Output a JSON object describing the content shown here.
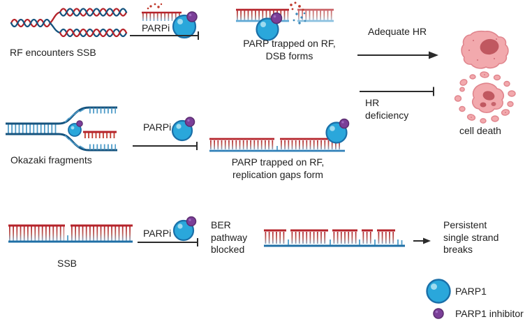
{
  "colors": {
    "strand_red": "#b5232a",
    "strand_dark_blue": "#15537e",
    "strand_mid_blue": "#2f7fb8",
    "teeth_blue": "#4d9bc8",
    "parp1_fill": "#2aa7db",
    "parp1_stroke": "#1a6fa8",
    "inhibitor_fill": "#7b3f98",
    "inhibitor_stroke": "#5b2c6f",
    "cell_fill": "#f2a9ad",
    "cell_stroke": "#e0858d",
    "nucleus": "#c05860",
    "arrow": "#2b2b2b",
    "text": "#212121"
  },
  "row1": {
    "source_label": "RF encounters SSB",
    "parpi_label": "PARPi",
    "result_label": "PARP trapped on RF,\nDSB forms",
    "adequate_hr_label": "Adequate HR",
    "hr_deficiency_label": "HR\ndeficiency",
    "cell_death_label": "cell death"
  },
  "row2": {
    "source_label": "Okazaki fragments",
    "parpi_label": "PARPi",
    "result_label": "PARP trapped on RF,\nreplication gaps form"
  },
  "row3": {
    "source_label": "SSB",
    "parpi_label": "PARPi",
    "blocked_label": "BER\npathway\nblocked",
    "result_label": "Persistent\nsingle strand\nbreaks"
  },
  "legend": {
    "parp1_label": "PARP1",
    "inhibitor_label": "PARP1 inhibitor"
  }
}
